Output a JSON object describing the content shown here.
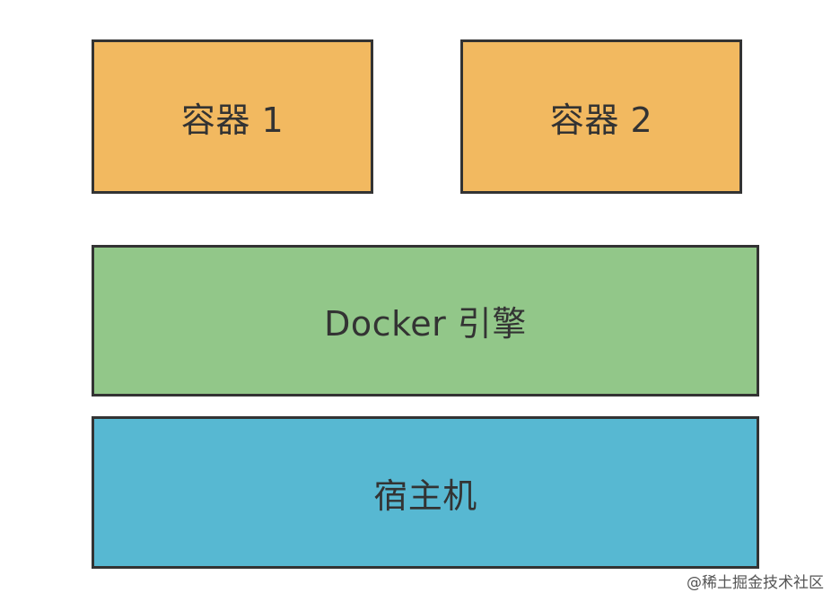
{
  "containers": [
    {
      "label": "容器 1",
      "color": "#f2b960"
    },
    {
      "label": "容器 2",
      "color": "#f2b960"
    }
  ],
  "engine": {
    "label": "Docker 引擎",
    "color": "#92c789"
  },
  "host": {
    "label": "宿主机",
    "color": "#57b8d2"
  },
  "border_color": "#333333",
  "watermark": "@稀土掘金技术社区"
}
